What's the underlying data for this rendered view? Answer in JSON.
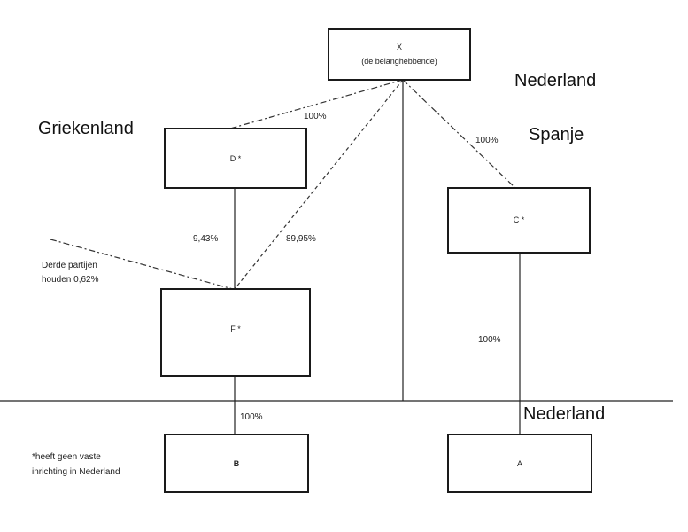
{
  "entities": {
    "x": {
      "label": "X",
      "sublabel": "(de belanghebbende)"
    },
    "d": {
      "label": "D *"
    },
    "c": {
      "label": "C *"
    },
    "f": {
      "label": "F *"
    },
    "b": {
      "label": "B"
    },
    "a": {
      "label": "A"
    }
  },
  "countries": {
    "nederland_top": "Nederland",
    "griekenland": "Griekenland",
    "spanje": "Spanje",
    "nederland_bottom": "Nederland"
  },
  "percentages": {
    "x_to_d": "100%",
    "x_to_c": "100%",
    "d_to_f": "9,43%",
    "x_to_f": "89,95%",
    "c_to_a": "100%",
    "f_to_b": "100%"
  },
  "notes": {
    "third_parties_line1": "Derde partijen",
    "third_parties_line2": "houden 0,62%",
    "footnote_line1": "*heeft geen vaste",
    "footnote_line2": "inrichting in Nederland"
  }
}
